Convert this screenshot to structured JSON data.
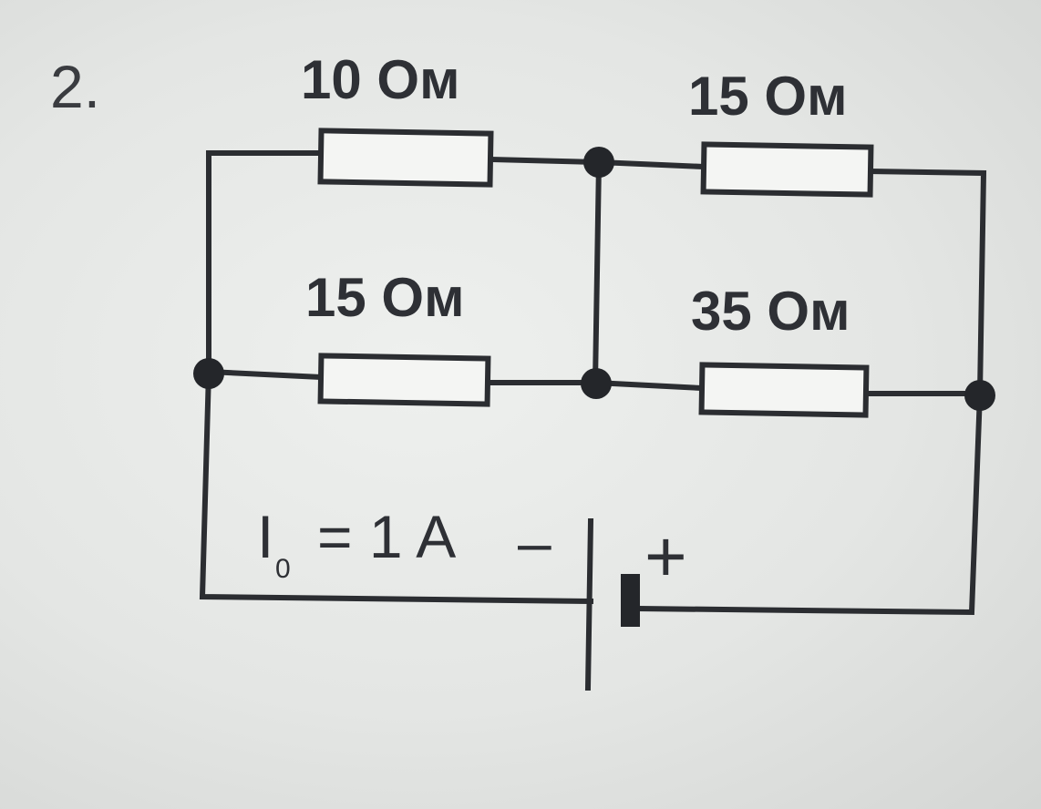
{
  "problem_number": "2.",
  "resistors": {
    "top_left": "10 Ом",
    "top_right": "15 Ом",
    "middle_left": "15 Ом",
    "middle_right": "35 Ом"
  },
  "source": {
    "current_symbol": "I",
    "current_subscript": "0",
    "current_value": "= 1 A",
    "negative_terminal": "–",
    "positive_terminal": "+"
  }
}
